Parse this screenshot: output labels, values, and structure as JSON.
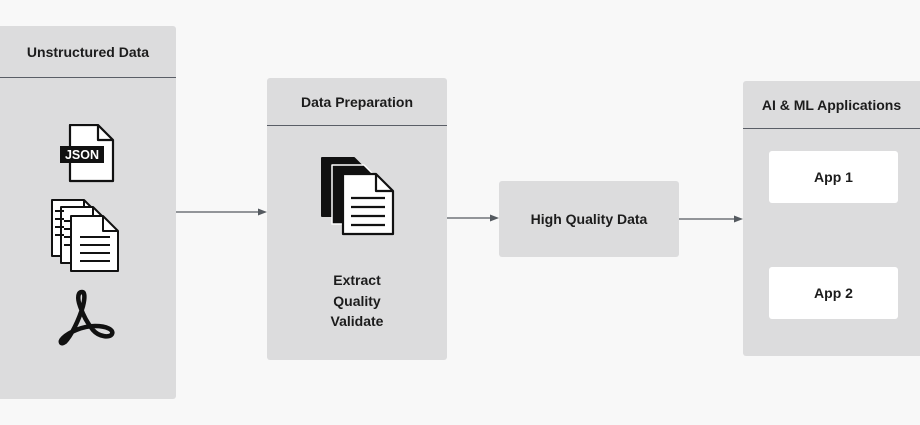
{
  "unstructured": {
    "title": "Unstructured Data",
    "json_badge": "JSON",
    "icons": [
      "json-file-icon",
      "documents-stack-icon",
      "pdf-acrobat-icon"
    ]
  },
  "preparation": {
    "title": "Data Preparation",
    "icon": "documents-stack-icon",
    "steps": [
      "Extract",
      "Quality",
      "Validate"
    ]
  },
  "high_quality": {
    "label": "High Quality Data"
  },
  "applications": {
    "title": "AI & ML Applications",
    "apps": [
      "App 1",
      "App 2"
    ]
  },
  "colors": {
    "background": "#f8f8f8",
    "panel": "#dcdcdd",
    "divider": "#5a5e66",
    "arrow": "#555a60",
    "app_box": "#ffffff",
    "icon": "#111111"
  }
}
